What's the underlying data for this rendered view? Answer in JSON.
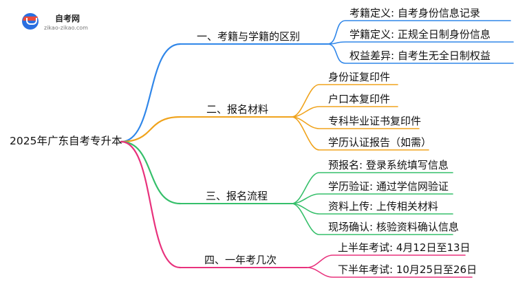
{
  "logo": {
    "name": "自考网",
    "url": "zikao-zikao.com"
  },
  "root": {
    "label": "2025年广东自考专升本"
  },
  "colors": {
    "blue": "#2f86e9",
    "orange": "#f0a31c",
    "green": "#35bf6a",
    "pink": "#e8317c"
  },
  "branches": [
    {
      "label": "一、考籍与学籍的区别",
      "children": [
        "考籍定义: 自考身份信息记录",
        "学籍定义: 正规全日制身份信息",
        "权益差异: 自考生无全日制权益"
      ]
    },
    {
      "label": "二、报名材料",
      "children": [
        "身份证复印件",
        "户口本复印件",
        "专科毕业证书复印件",
        "学历认证报告（如需）"
      ]
    },
    {
      "label": "三、报名流程",
      "children": [
        "预报名: 登录系统填写信息",
        "学历验证: 通过学信网验证",
        "资料上传: 上传相关材料",
        "现场确认: 核验资料确认信息"
      ]
    },
    {
      "label": "四、一年考几次",
      "children": [
        "上半年考试: 4月12日至13日",
        "下半年考试: 10月25日至26日"
      ]
    }
  ]
}
